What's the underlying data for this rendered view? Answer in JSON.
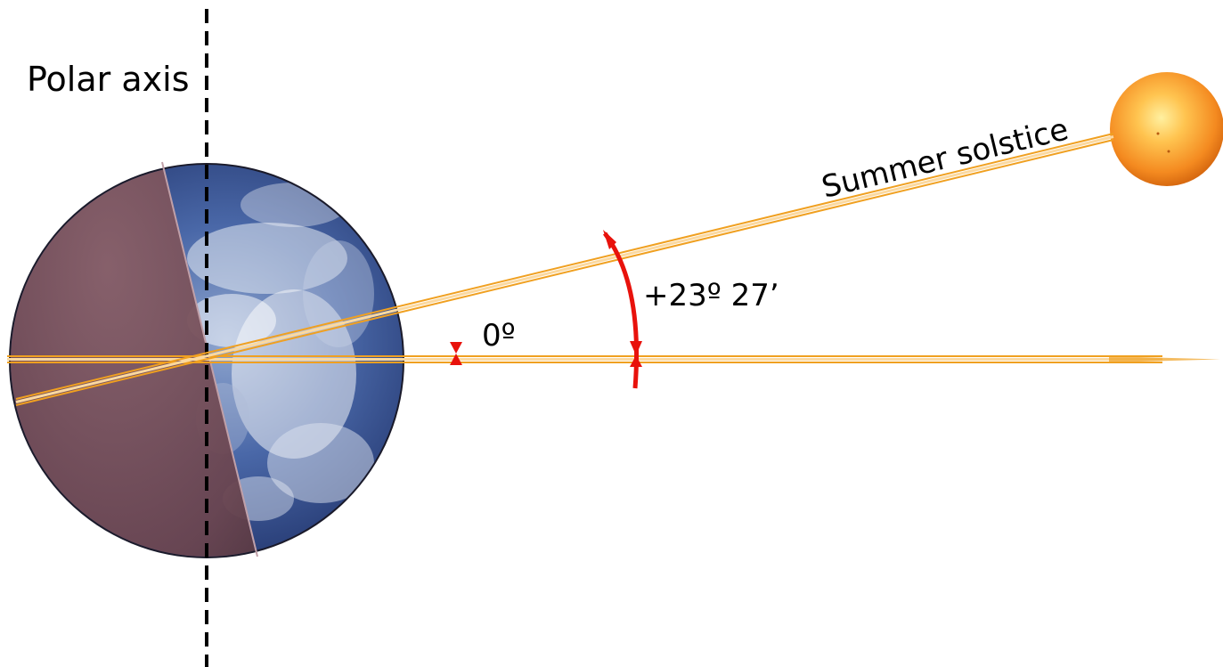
{
  "labels": {
    "polar_axis": "Polar axis",
    "summer_solstice": "Summer solstice",
    "angle_equinox": "0º",
    "angle_solstice": "+23º 27’"
  },
  "colors": {
    "background": "#ffffff",
    "ray": "#f0a020",
    "angle_marker": "#e8120c",
    "axis": "#000000",
    "earth_ocean": "#2e4f95",
    "earth_night": "#6e4a52",
    "sun": "#f6a030"
  }
}
